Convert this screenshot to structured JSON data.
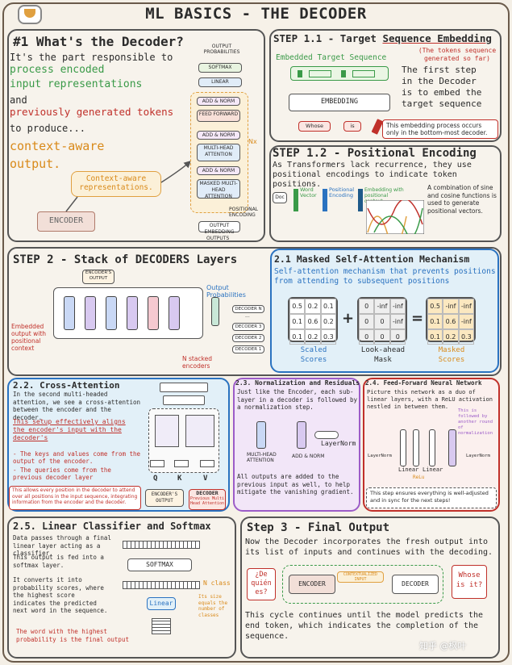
{
  "header": {
    "title": "ML BASICS - THE DECODER"
  },
  "colors": {
    "orange": "#f0a63c",
    "red": "#c0302a",
    "green": "#3a9a48",
    "blue": "#2a72c0",
    "purple": "#9c5cc8",
    "cream": "#fbf0d8"
  },
  "intro": {
    "heading": "#1 What's the Decoder?",
    "line1": "It's the part responsible to",
    "line2": "process encoded",
    "line3": "input representations",
    "line4": "and",
    "line5": "previously generated tokens",
    "line6": "to produce...",
    "line7": "context-aware",
    "line8": "output.",
    "context_label": "Context-aware\nrepresentations.",
    "encoder_label": "ENCODER",
    "arch": {
      "output_probs": "OUTPUT PROBABILITIES",
      "softmax": "SOFTMAX",
      "linear": "LINEAR",
      "add_norm": "ADD & NORM",
      "feed_forward": "FEED FORWARD",
      "mha": "MULTI-HEAD ATTENTION",
      "masked_mha": "MASKED MULTI-HEAD ATTENTION",
      "output_embedding": "OUTPUT EMBEDDING",
      "outputs": "OUTPUTS",
      "pos_enc": "POSITIONAL ENCODING",
      "nx": "Nx"
    }
  },
  "step11": {
    "title_prefix": "STEP 1.1 - Target ",
    "title_underlined": "Sequence Embedding",
    "embedded_label": "Embedded Target Sequence",
    "note": "(The tokens sequence generated so far)",
    "embedding_box": "EMBEDDING",
    "token1": "Whose",
    "token2": "is",
    "text": "The first step in the Decoder is to embed the target sequence",
    "footnote": "This embedding process occurs only in the bottom-most decoder."
  },
  "step12": {
    "title": "STEP 1.2 - Positional Encoding",
    "text": "As Transformers lack recurrence, they use positional encodings to indicate token positions.",
    "word_vector": "Word Vector",
    "positional_encoding": "Positional Encoding",
    "embedding_context": "Embedding with positional context",
    "doc": "Doc",
    "side_text": "A combination of sine and cosine functions is used to generate positional vectors."
  },
  "step2": {
    "title": "STEP 2 - Stack of DECODERS Layers",
    "embedded_output": "Embedded output with positional context",
    "encoder_output": "ENCODER'S OUTPUT",
    "output_probabilities": "Output Probabilities",
    "n_stacked": "N stacked encoders",
    "decoders": [
      "DECODER N",
      "...",
      "DECODER 3",
      "DECODER 2",
      "DECODER 1"
    ]
  },
  "step21": {
    "title": "2.1 Masked Self-Attention Mechanism",
    "text": "Self-attention mechanism that prevents positions from attending to subsequent positions",
    "scaled_scores": [
      [
        "0.5",
        "0.2",
        "0.1"
      ],
      [
        "0.1",
        "0.6",
        "0.2"
      ],
      [
        "0.1",
        "0.2",
        "0.3"
      ]
    ],
    "mask": [
      [
        "0",
        "-inf",
        "-inf"
      ],
      [
        "0",
        "0",
        "-inf"
      ],
      [
        "0",
        "0",
        "0"
      ]
    ],
    "masked_scores": [
      [
        "0.5",
        "-inf",
        "-inf"
      ],
      [
        "0.1",
        "0.6",
        "-inf"
      ],
      [
        "0.1",
        "0.2",
        "0.3"
      ]
    ],
    "label_scaled": "Scaled Scores",
    "label_mask": "Look-ahead Mask",
    "label_masked": "Masked Scores"
  },
  "step22": {
    "title": "2.2. Cross-Attention",
    "text1": "In the second multi-headed attention, we see a cross-attention between the encoder and the decoder.",
    "text2": "This setup effectively aligns the encoder's input with the decoder's",
    "bullet1": "- The keys and values come from the output of the encoder.",
    "bullet2": "- The queries come from the previous decoder layer",
    "footnote": "This allows every position in the decoder to attend over all positions in the input sequence, integrating information from the encoder and the decoder.",
    "encoder_output": "ENCODER'S OUTPUT",
    "decoder_box": "DECODER",
    "decoder_sub": "Previous Multi Head Attention",
    "q": "Q",
    "k": "K",
    "v": "V"
  },
  "step23": {
    "title": "2.3. Normalization and Residuals",
    "text": "Just like the Encoder, each sub-layer in a decoder is followed by a normalization step.",
    "layernorm": "LayerNorm",
    "mha": "MULTI-HEAD ATTENTION",
    "add_norm": "ADD & NORM",
    "text2": "All outputs are added to the previous input as well, to help mitigate the vanishing gradient."
  },
  "step24": {
    "title": "2.4. Feed-Forward Neural Network",
    "text": "Picture this network as a duo of linear layers, with a ReLU activation nestled in between them.",
    "note": "This is followed by another round of normalization",
    "layernorm1": "LayerNorm",
    "layernorm2": "LayerNorm",
    "linear1": "Linear",
    "linear2": "Linear",
    "relu": "ReLu",
    "footnote": "This step ensures everything is well-adjusted and in sync for the next steps!"
  },
  "step25": {
    "title": "2.5. Linear Classifier and Softmax",
    "text1": "Data passes through a final linear layer acting as a classifier.",
    "text2": "This output is fed into a softmax layer.",
    "text3": "It converts it into probability scores, where the highest score indicates the predicted next word in the sequence.",
    "footnote": "The word with the highest probability is the final output",
    "softmax": "SOFTMAX",
    "linear": "Linear",
    "nclass": "N class",
    "nclass_note": "Its size equals the number of classes"
  },
  "step3": {
    "title": "Step 3 - Final Output",
    "text1": "Now the Decoder incorporates the fresh output into its list of inputs and continues with the decoding.",
    "input_q": "¿De quién es?",
    "encoder": "ENCODER",
    "contextualized": "CONTEXTUALIZED INPUT",
    "decoder": "DECODER",
    "output_q": "Whose is it?",
    "text2": "This cycle continues until the model predicts the end token, which indicates the completion of the sequence.",
    "watermark": "知乎 @枫叶"
  }
}
